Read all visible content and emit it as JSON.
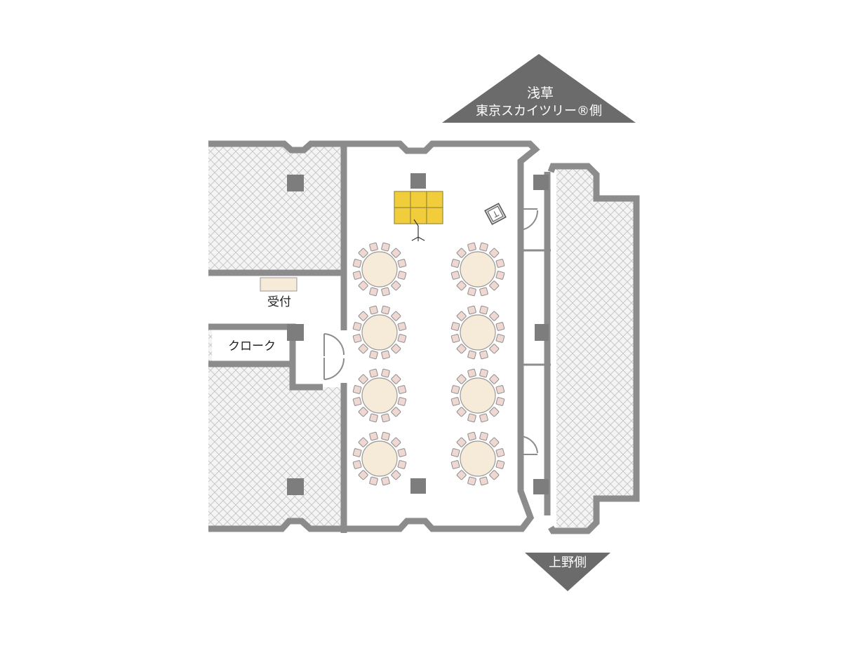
{
  "floor_plan": {
    "direction_top": {
      "line1": "浅草",
      "line2": "東京スカイツリー®側",
      "color": "#6b6b6b"
    },
    "direction_bottom": {
      "label": "上野側",
      "color": "#6b6b6b"
    },
    "rooms": {
      "reception": "受付",
      "cloakroom": "クローク"
    },
    "layout": {
      "round_tables": 8,
      "chairs_per_table": 12,
      "stage_panels": 6,
      "stage_color": "#f2cd3b",
      "table_color": "#f6ead8",
      "chair_color": "#efd7d2"
    },
    "icons": [
      "stage-icon",
      "microphone-stand-icon",
      "projector-icon",
      "round-table-icon",
      "chair-icon",
      "door-icon",
      "pillar-icon"
    ]
  }
}
